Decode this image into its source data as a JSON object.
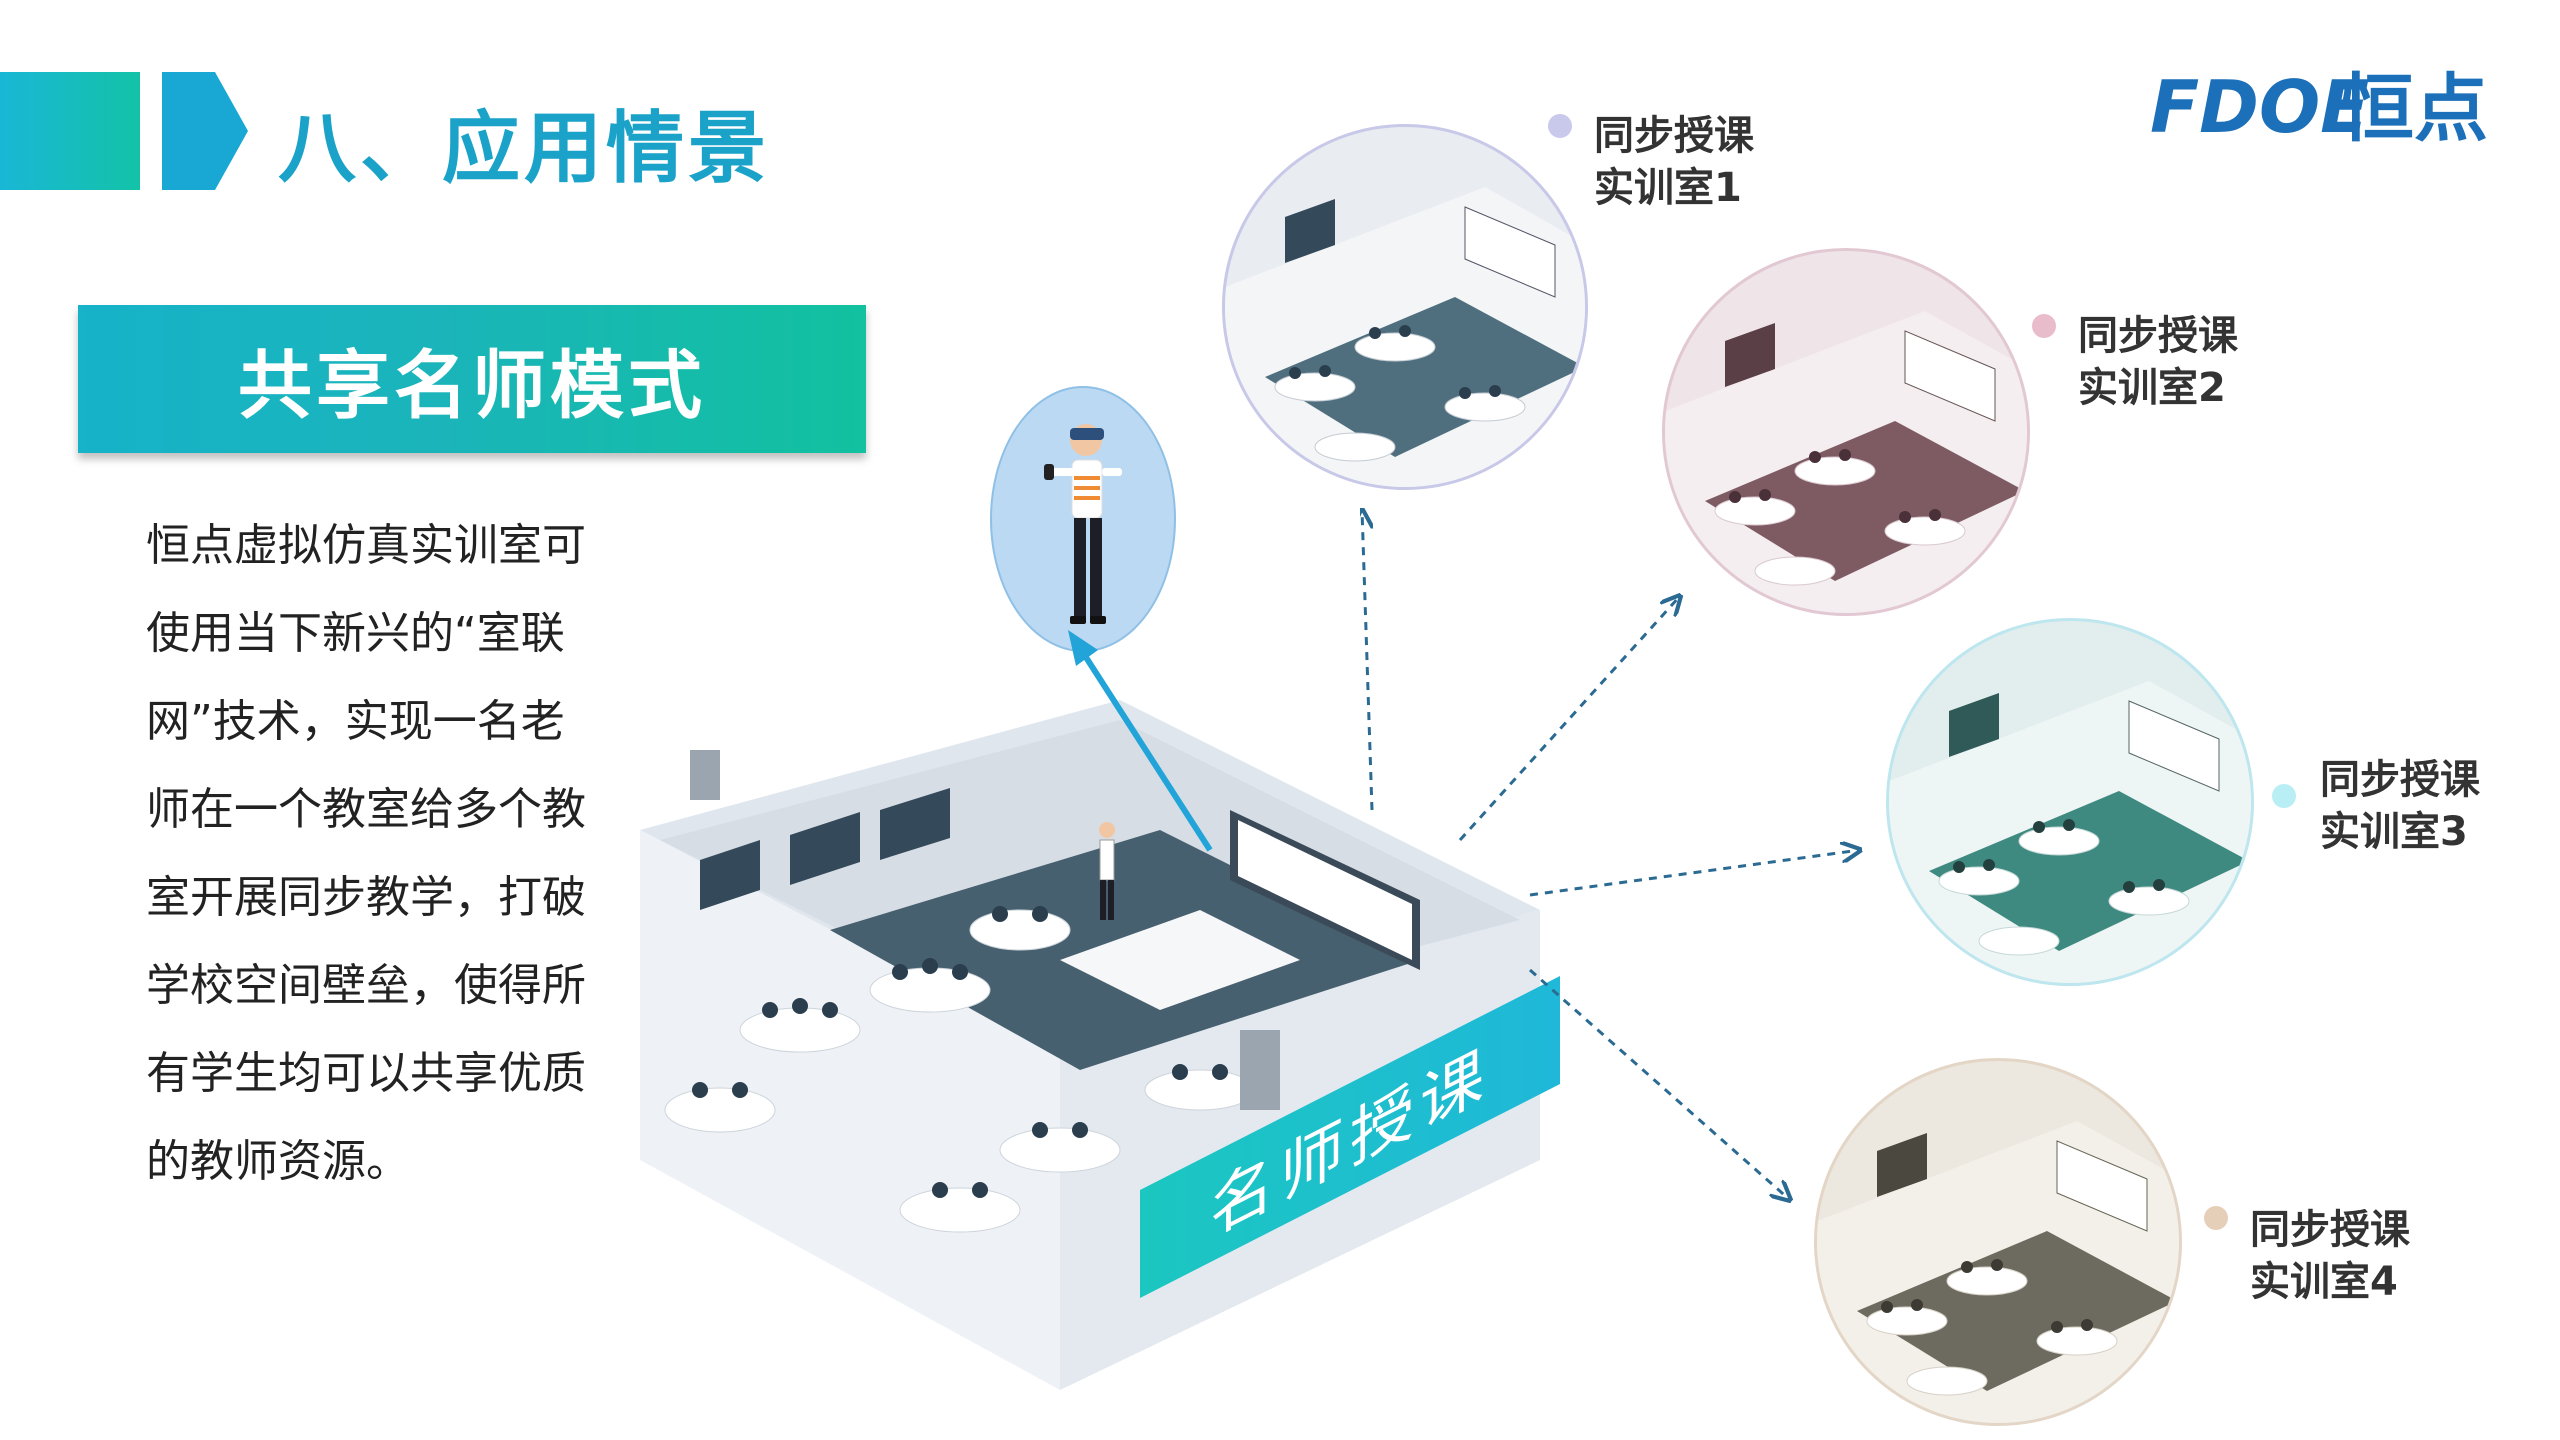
{
  "header": {
    "section_title": "八、应用情景"
  },
  "logo": {
    "latin": "FDOE",
    "chinese": "恒点"
  },
  "mode": {
    "title": "共享名师模式"
  },
  "description": {
    "lines": [
      "恒点虚拟仿真实训室可",
      "使用当下新兴的“室联",
      "网”技术，实现一名老",
      "师在一个教室给多个教",
      "室开展同步教学，打破",
      "学校空间壁垒，使得所",
      "有学生均可以共享优质",
      "的教师资源。"
    ]
  },
  "main_classroom": {
    "tag": "名师授课"
  },
  "rooms": [
    {
      "line1": "同步授课",
      "line2": "实训室1",
      "dot_color": "#c9c9ec",
      "tint": "#4f6f7e"
    },
    {
      "line1": "同步授课",
      "line2": "实训室2",
      "dot_color": "#e9bccb",
      "tint": "#7e5a63"
    },
    {
      "line1": "同步授课",
      "line2": "实训室3",
      "dot_color": "#b9eef4",
      "tint": "#3e8a80"
    },
    {
      "line1": "同步授课",
      "line2": "实训室4",
      "dot_color": "#e5cfb8",
      "tint": "#6d6a5f"
    }
  ],
  "colors": {
    "accent_blue": "#1aa2c8",
    "accent_teal": "#12c19f",
    "arrow": "#2b6a92"
  }
}
